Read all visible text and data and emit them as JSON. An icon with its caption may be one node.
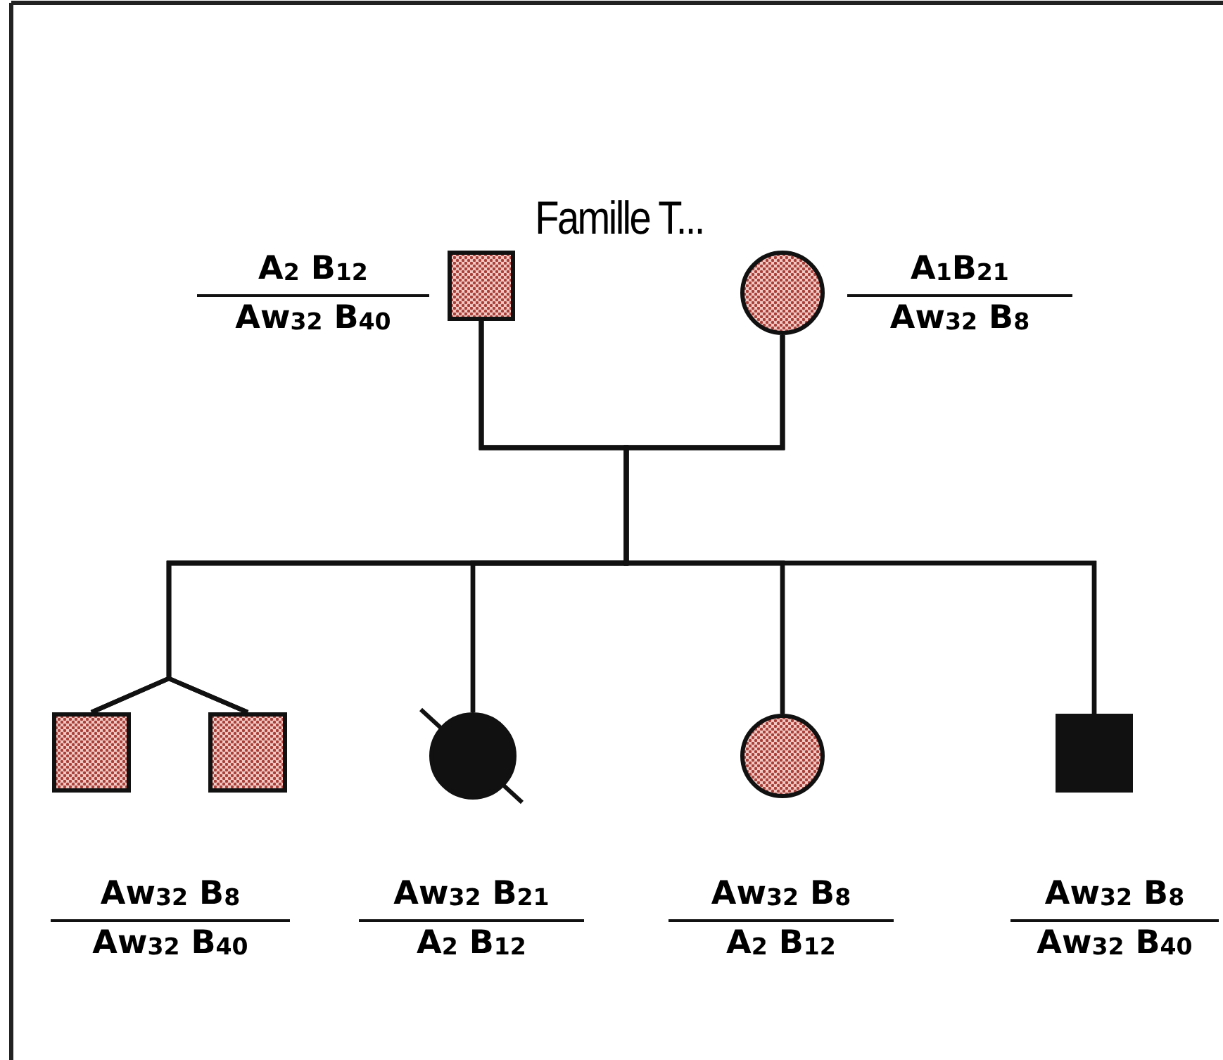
{
  "diagram": {
    "title": "Famille T...",
    "nodes": [
      {
        "text": [],
        "shape": "box",
        "beside": [
          "A$_{2}$ B$_{12}$",
          "Aw$_{32}$ B$_{40}$"
        ]
      },
      {
        "text": [],
        "shape": "circle",
        "beside": [
          "A$_{1}$B$_{21}$",
          "Aw$_{32}$ B$_{8}$"
        ]
      },
      {
        "text": [],
        "shape": "box"
      },
      {
        "text": [],
        "shape": "box"
      },
      {
        "text": [],
        "shape": "circle",
        "beside": [
          "Aw$_{32}$ B$_{21}$",
          "A$_{2}$ B$_{12}$"
        ]
      },
      {
        "text": [],
        "shape": "circle",
        "beside": [
          "Aw$_{32}$ B$_{8}$",
          "A$_{2}$ B$_{12}$"
        ]
      },
      {
        "text": [],
        "shape": "box",
        "beside": [
          "Aw$_{32}$ B$_{8}$",
          "Aw$_{32}$ B$_{40}$"
        ]
      }
    ],
    "edges": [
      {
        "from": 0,
        "to": 1,
        "arrow": "none"
      },
      {
        "from": 0,
        "to": 2,
        "arrow": "none"
      },
      {
        "from": 1,
        "to": 2,
        "arrow": "none"
      },
      {
        "from": 0,
        "to": 3,
        "arrow": "none"
      },
      {
        "from": 1,
        "to": 3,
        "arrow": "none"
      },
      {
        "from": 0,
        "to": 4,
        "arrow": "none"
      },
      {
        "from": 1,
        "to": 4,
        "arrow": "none"
      },
      {
        "from": 0,
        "to": 5,
        "arrow": "none"
      },
      {
        "from": 1,
        "to": 5,
        "arrow": "none"
      },
      {
        "from": 0,
        "to": 6,
        "arrow": "none"
      },
      {
        "from": 1,
        "to": 6,
        "arrow": "none"
      }
    ],
    "labels": [
      "Aw$_{32}$ B$_{8}$",
      "Aw$_{32}$ B$_{40}$"
    ]
  }
}
